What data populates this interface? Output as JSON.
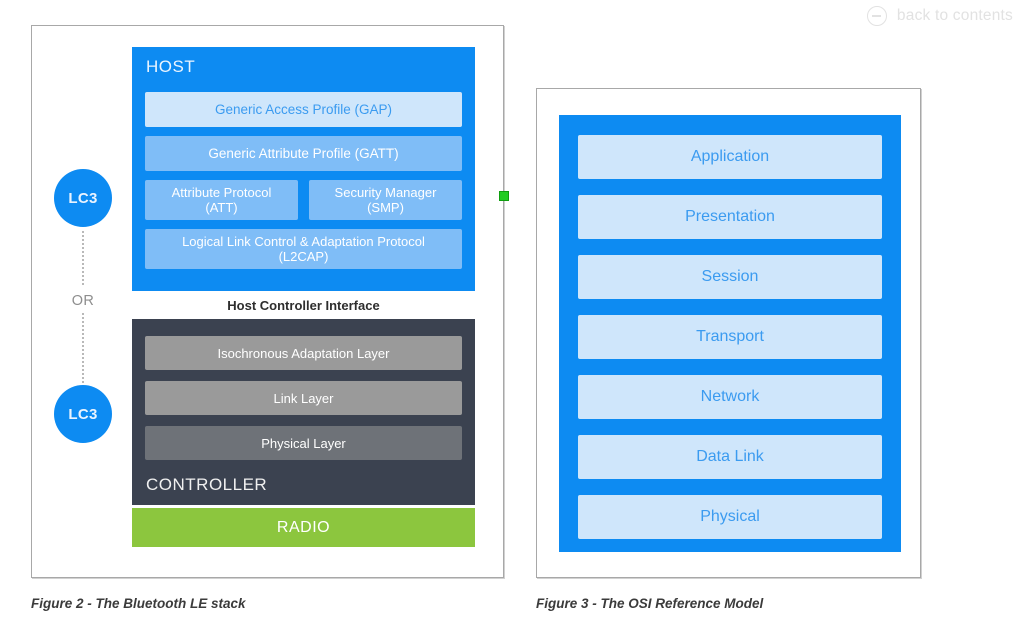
{
  "header": {
    "back_link_label": "back to contents",
    "back_link_icon": "minus-circle-icon"
  },
  "figure2": {
    "caption": "Figure 2 - The Bluetooth LE stack",
    "codec_top_label": "LC3",
    "codec_bottom_label": "LC3",
    "or_label": "OR",
    "host": {
      "title": "HOST",
      "rows": [
        {
          "label": "Generic Access Profile (GAP)",
          "style": "gap"
        },
        {
          "label": "Generic Attribute Profile (GATT)",
          "style": "gatt"
        }
      ],
      "split_row": [
        {
          "line1": "Attribute Protocol",
          "line2": "(ATT)"
        },
        {
          "line1": "Security Manager",
          "line2": "(SMP)"
        }
      ],
      "l2cap_line1": "Logical Link Control & Adaptation Protocol",
      "l2cap_line2": "(L2CAP)"
    },
    "hci_label": "Host Controller Interface",
    "controller": {
      "title": "CONTROLLER",
      "rows": [
        "Isochronous Adaptation Layer",
        "Link Layer",
        "Physical Layer"
      ]
    },
    "radio_label": "RADIO"
  },
  "figure3": {
    "caption": "Figure 3 - The OSI Reference Model",
    "layers": [
      "Application",
      "Presentation",
      "Session",
      "Transport",
      "Network",
      "Data Link",
      "Physical"
    ]
  },
  "colors": {
    "brand_blue": "#0d8bf2",
    "light_blue": "#cfe6fb",
    "mid_blue": "#7fbdf7",
    "dark_slate": "#3b4250",
    "gray_row": "#9a9a9a",
    "gray_row_dark": "#6e7278",
    "green_radio": "#8cc63e",
    "handle_green": "#22cc22",
    "caption_gray": "#3b3b3b",
    "link_gray": "#e2e2e2"
  }
}
